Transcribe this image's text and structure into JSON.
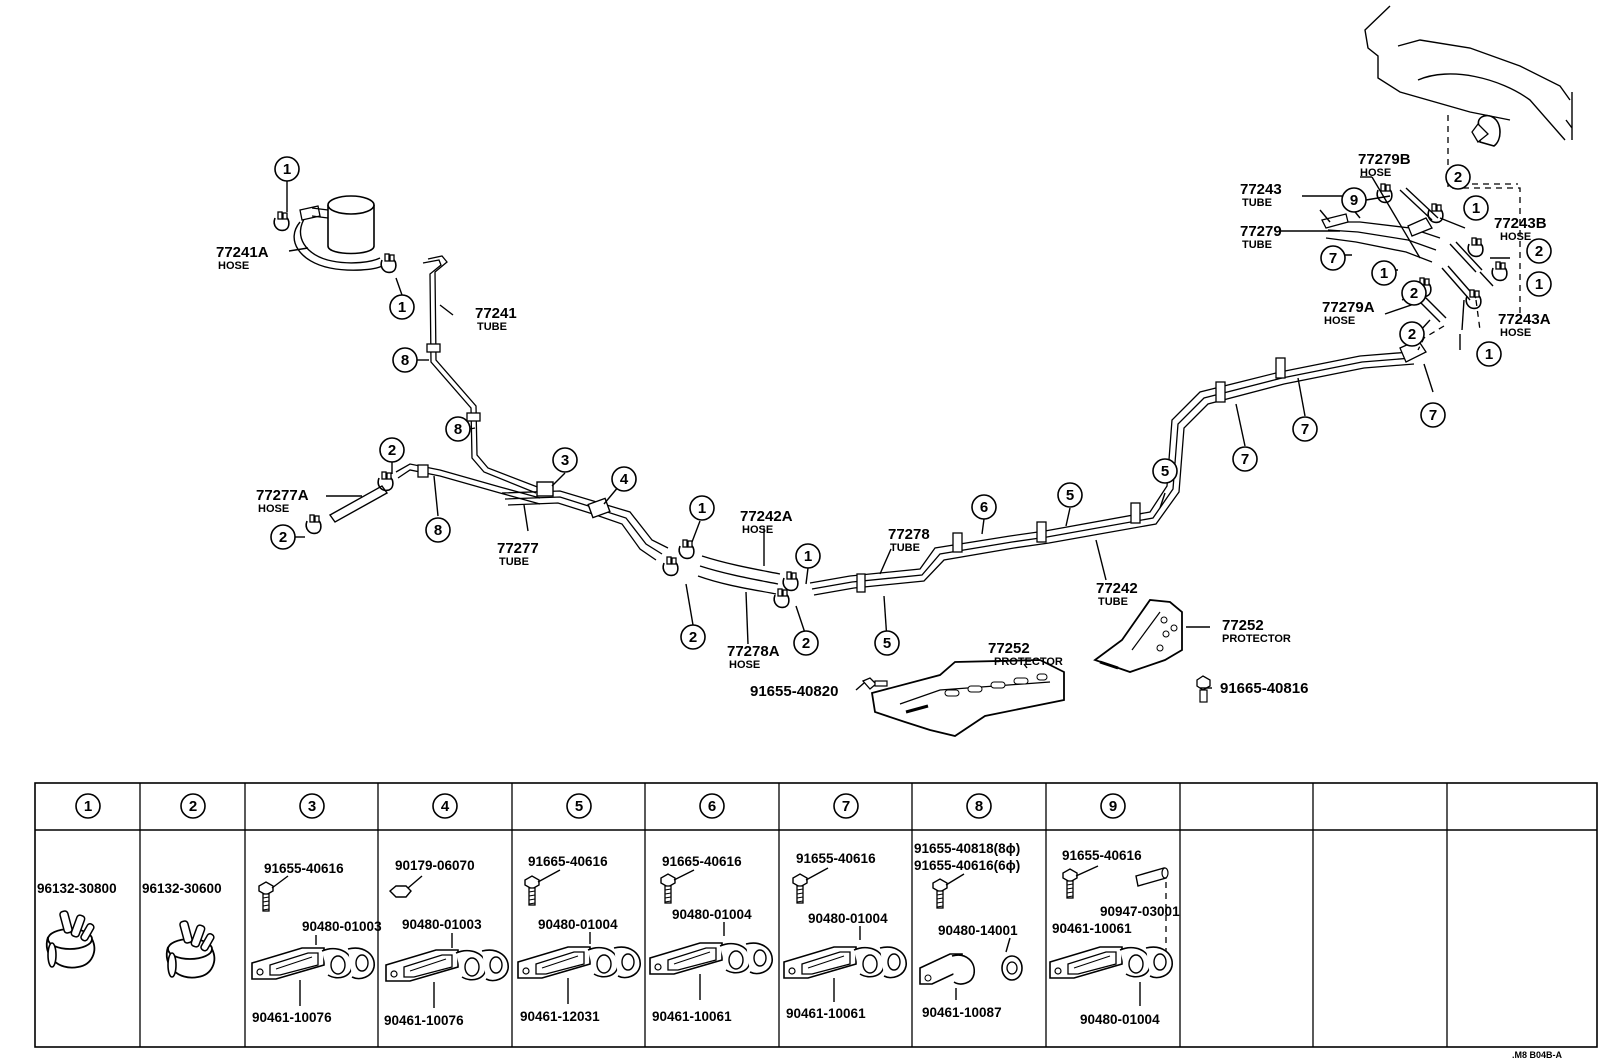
{
  "callouts": {
    "c1": "1",
    "c2": "2",
    "c3": "3",
    "c4": "4",
    "c5": "5",
    "c6": "6",
    "c7": "7",
    "c8": "8",
    "c9": "9"
  },
  "parts": {
    "p77241A": {
      "number": "77241A",
      "desc": "HOSE"
    },
    "p77241": {
      "number": "77241",
      "desc": "TUBE"
    },
    "p77277A": {
      "number": "77277A",
      "desc": "HOSE"
    },
    "p77277": {
      "number": "77277",
      "desc": "TUBE"
    },
    "p77242A": {
      "number": "77242A",
      "desc": "HOSE"
    },
    "p77278A": {
      "number": "77278A",
      "desc": "HOSE"
    },
    "p77278": {
      "number": "77278",
      "desc": "TUBE"
    },
    "p77242": {
      "number": "77242",
      "desc": "TUBE"
    },
    "p77252a": {
      "number": "77252",
      "desc": "PROTECTOR"
    },
    "p77252b": {
      "number": "77252",
      "desc": "PROTECTOR"
    },
    "p77279B": {
      "number": "77279B",
      "desc": "HOSE"
    },
    "p77243": {
      "number": "77243",
      "desc": "TUBE"
    },
    "p77279": {
      "number": "77279",
      "desc": "TUBE"
    },
    "p77243B": {
      "number": "77243B",
      "desc": "HOSE"
    },
    "p77279A": {
      "number": "77279A",
      "desc": "HOSE"
    },
    "p77243A": {
      "number": "77243A",
      "desc": "HOSE"
    },
    "bolt1": "91655-40820",
    "bolt2": "91665-40816"
  },
  "table": {
    "col1": {
      "header": "1",
      "parts": [
        "96132-30800"
      ]
    },
    "col2": {
      "header": "2",
      "parts": [
        "96132-30600"
      ]
    },
    "col3": {
      "header": "3",
      "parts": [
        "91655-40616",
        "90480-01003",
        "90461-10076"
      ]
    },
    "col4": {
      "header": "4",
      "parts": [
        "90179-06070",
        "90480-01003",
        "90461-10076"
      ]
    },
    "col5": {
      "header": "5",
      "parts": [
        "91665-40616",
        "90480-01004",
        "90461-12031"
      ]
    },
    "col6": {
      "header": "6",
      "parts": [
        "91665-40616",
        "90480-01004",
        "90461-10061"
      ]
    },
    "col7": {
      "header": "7",
      "parts": [
        "91655-40616",
        "90480-01004",
        "90461-10061"
      ]
    },
    "col8": {
      "header": "8",
      "parts": [
        "91655-40818(8ϕ)",
        "91655-40616(6ϕ)",
        "90480-14001",
        "90461-10087"
      ]
    },
    "col9": {
      "header": "9",
      "parts": [
        "91655-40616",
        "90947-03001",
        "90461-10061",
        "90480-01004"
      ]
    }
  },
  "footer_code": ".M8  B04B-A"
}
